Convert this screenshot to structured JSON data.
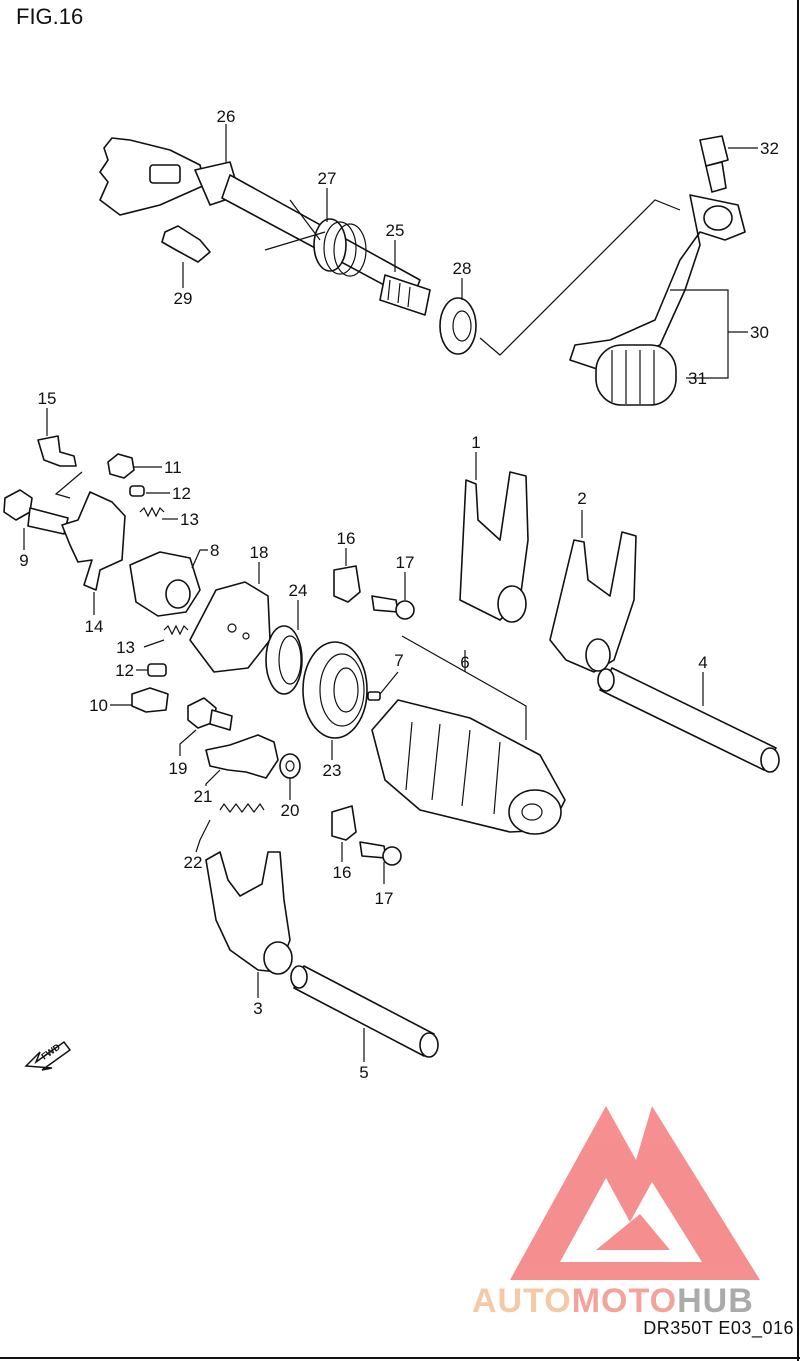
{
  "figure": {
    "title": "FIG.16",
    "code": "DR350T E03_016"
  },
  "watermark": {
    "segments": [
      {
        "text": "AUTO",
        "color": "#f6c9a6"
      },
      {
        "text": "MOTO",
        "color": "#f4a39c"
      },
      {
        "text": "HUB",
        "color": "#aaaaaa"
      }
    ],
    "logo_color": "#f47c7c"
  },
  "fwd_label": "FWD",
  "callouts": {
    "n1": "1",
    "n2": "2",
    "n3": "3",
    "n4": "4",
    "n5": "5",
    "n6": "6",
    "n7": "7",
    "n8": "8",
    "n9": "9",
    "n10": "10",
    "n11": "11",
    "n12a": "12",
    "n12b": "12",
    "n13a": "13",
    "n13b": "13",
    "n14": "14",
    "n15": "15",
    "n16a": "16",
    "n16b": "16",
    "n17a": "17",
    "n17b": "17",
    "n18": "18",
    "n19": "19",
    "n20": "20",
    "n21": "21",
    "n22": "22",
    "n23": "23",
    "n24": "24",
    "n25": "25",
    "n26": "26",
    "n27": "27",
    "n28": "28",
    "n29": "29",
    "n30": "30",
    "n31": "31",
    "n32": "32"
  }
}
